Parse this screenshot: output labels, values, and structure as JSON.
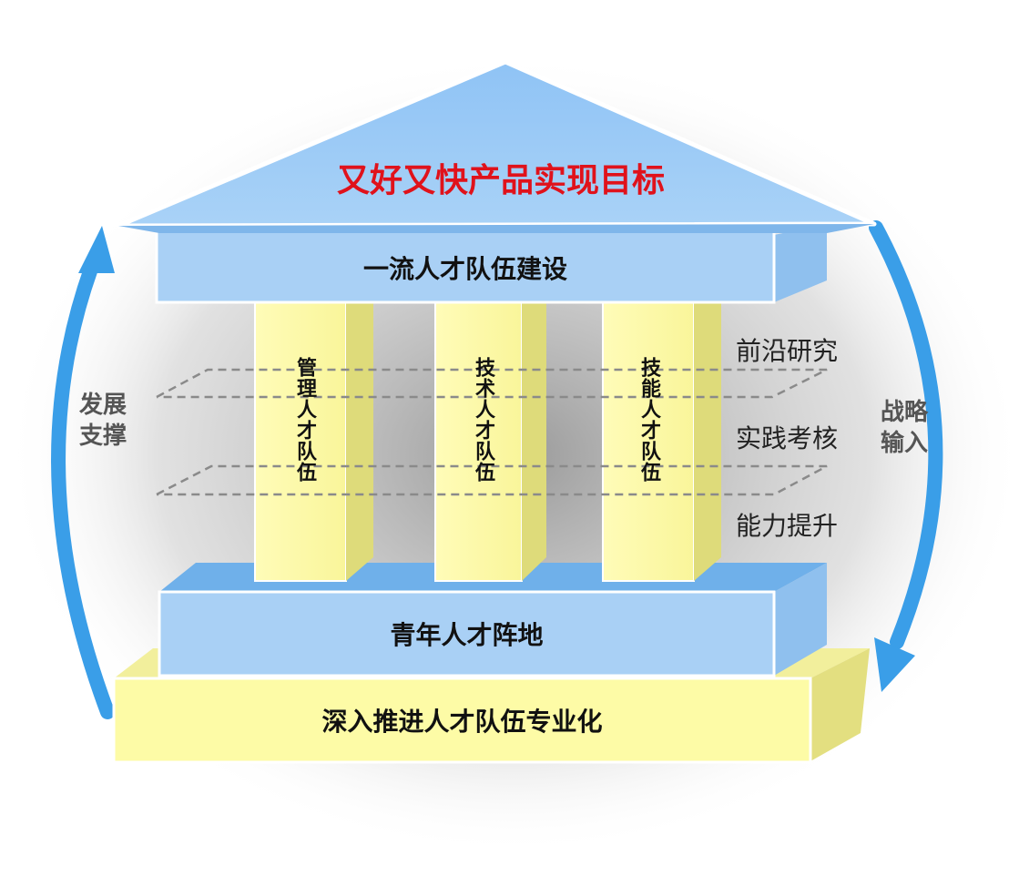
{
  "goal": "又好又快产品实现目标",
  "top_beam": "一流人才队伍建设",
  "pillars": [
    "管理人才队伍",
    "技术人才队伍",
    "技能人才队伍"
  ],
  "mid_base": "青年人才阵地",
  "bottom_base": "深入推进人才队伍专业化",
  "layers": [
    "前沿研究",
    "实践考核",
    "能力提升"
  ],
  "left_label": [
    "发展",
    "支撑"
  ],
  "right_label": [
    "战略",
    "输入"
  ],
  "colors": {
    "roof": "#9ecbf6",
    "beam": "#a9d0f5",
    "pillar": "#fdfba6",
    "pillar_side": "#dfdb78",
    "base": "#fdfba6",
    "arrow": "#3a9ee8",
    "goal_text": "#e0121b"
  }
}
